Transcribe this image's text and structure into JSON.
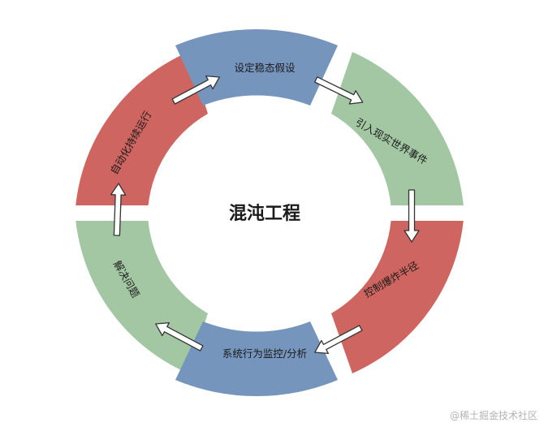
{
  "center": {
    "title": "混沌工程"
  },
  "segments": [
    {
      "id": "hypothesis",
      "label": "设定稳态假设",
      "color": "#7695bd"
    },
    {
      "id": "events",
      "label": "引入现实世界事件",
      "color": "#a2c7a2"
    },
    {
      "id": "blast",
      "label": "控制爆炸半径",
      "color": "#cf6560"
    },
    {
      "id": "analyze",
      "label": "系统行为监控/分析",
      "color": "#7695bd"
    },
    {
      "id": "solve",
      "label": "解决问题",
      "color": "#a2c7a2"
    },
    {
      "id": "automate",
      "label": "自动化持续运行",
      "color": "#cf6560"
    }
  ],
  "watermark": "@稀土掘金技术社区"
}
